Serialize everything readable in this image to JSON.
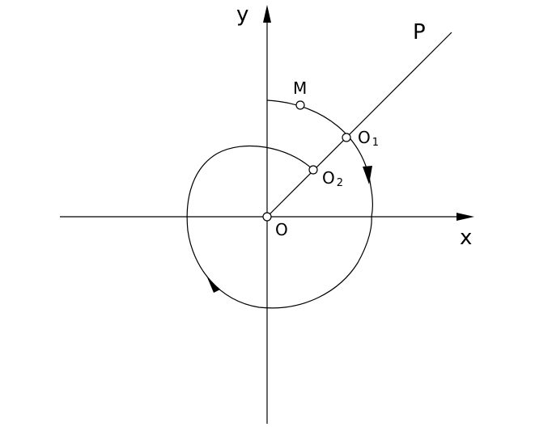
{
  "labels": {
    "y_axis": "y",
    "x_axis": "x",
    "P": "P",
    "M": "M",
    "O1_main": "O",
    "O1_sub": "1",
    "O2_main": "O",
    "O2_sub": "2",
    "origin": "O"
  },
  "colors": {
    "stroke": "#000000",
    "background": "#ffffff"
  }
}
